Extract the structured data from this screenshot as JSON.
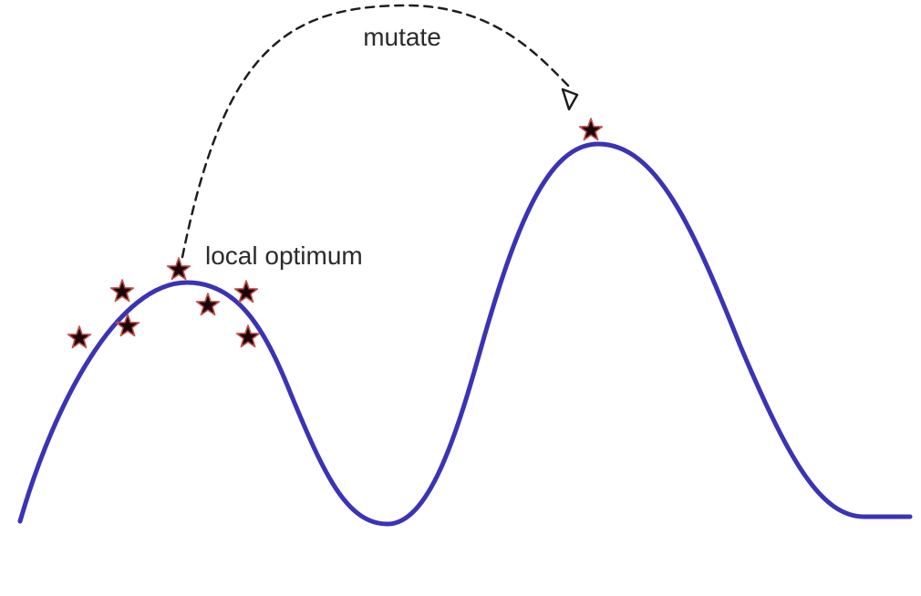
{
  "diagram": {
    "labels": {
      "mutate": "mutate",
      "local_optimum": "local optimum"
    },
    "colors": {
      "curve": "#3b33b5",
      "star_fill": "#1a0606",
      "star_stroke": "#c45050",
      "arrow": "#1e1e1e",
      "text": "#2b2b2b",
      "background": "#ffffff"
    },
    "icons": {
      "star": "star-icon",
      "arrowhead": "triangle-arrowhead-icon"
    },
    "elements": {
      "curve": "fitness-landscape-curve",
      "arc": "mutation-arc",
      "local_cluster_count": 7,
      "global_peak_star_count": 1
    }
  }
}
